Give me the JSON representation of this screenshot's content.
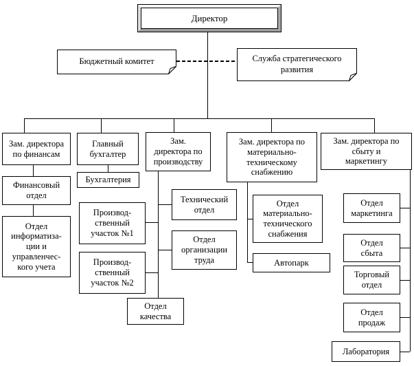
{
  "diagram": {
    "type": "org-chart",
    "root": {
      "label": "Директор"
    },
    "staff_units": [
      {
        "id": "budget-committee",
        "label": "Бюджетный комитет"
      },
      {
        "id": "strategic-development-service",
        "label": "Служба стратегического\nразвития"
      }
    ],
    "managers": [
      {
        "id": "deputy-director-finance",
        "label": "Зам. директора\nпо финансам"
      },
      {
        "id": "chief-accountant",
        "label": "Главный\nбухгалтер"
      },
      {
        "id": "deputy-director-production",
        "label": "Зам.\nдиректора по\nпроизводству"
      },
      {
        "id": "deputy-director-supply",
        "label": "Зам. директора по\nматериально-\nтехническому\nснабжению"
      },
      {
        "id": "deputy-director-sales-marketing",
        "label": "Зам. директора по\nсбыту и\nмаркетингу"
      }
    ],
    "departments": {
      "finance": [
        {
          "label": "Финансовый\nотдел"
        },
        {
          "label": "Отдел\nинформатиза-\nции и\nуправленчес-\nкого учета"
        }
      ],
      "accounting": [
        {
          "label": "Бухгалтерия"
        }
      ],
      "production": [
        {
          "label": "Производ-\nственный\nучасток №1"
        },
        {
          "label": "Производ-\nственный\nучасток №2"
        },
        {
          "label": "Технический\nотдел"
        },
        {
          "label": "Отдел\nорганизации\nтруда"
        },
        {
          "label": "Отдел\nкачества"
        }
      ],
      "supply": [
        {
          "label": "Отдел\nматериально-\nтехнического\nснабжения"
        },
        {
          "label": "Автопарк"
        }
      ],
      "sales": [
        {
          "label": "Отдел\nмаркетинга"
        },
        {
          "label": "Отдел\nсбыта"
        },
        {
          "label": "Торговый\nотдел"
        },
        {
          "label": "Отдел\nпродаж"
        },
        {
          "label": "Лаборатория"
        }
      ]
    }
  }
}
